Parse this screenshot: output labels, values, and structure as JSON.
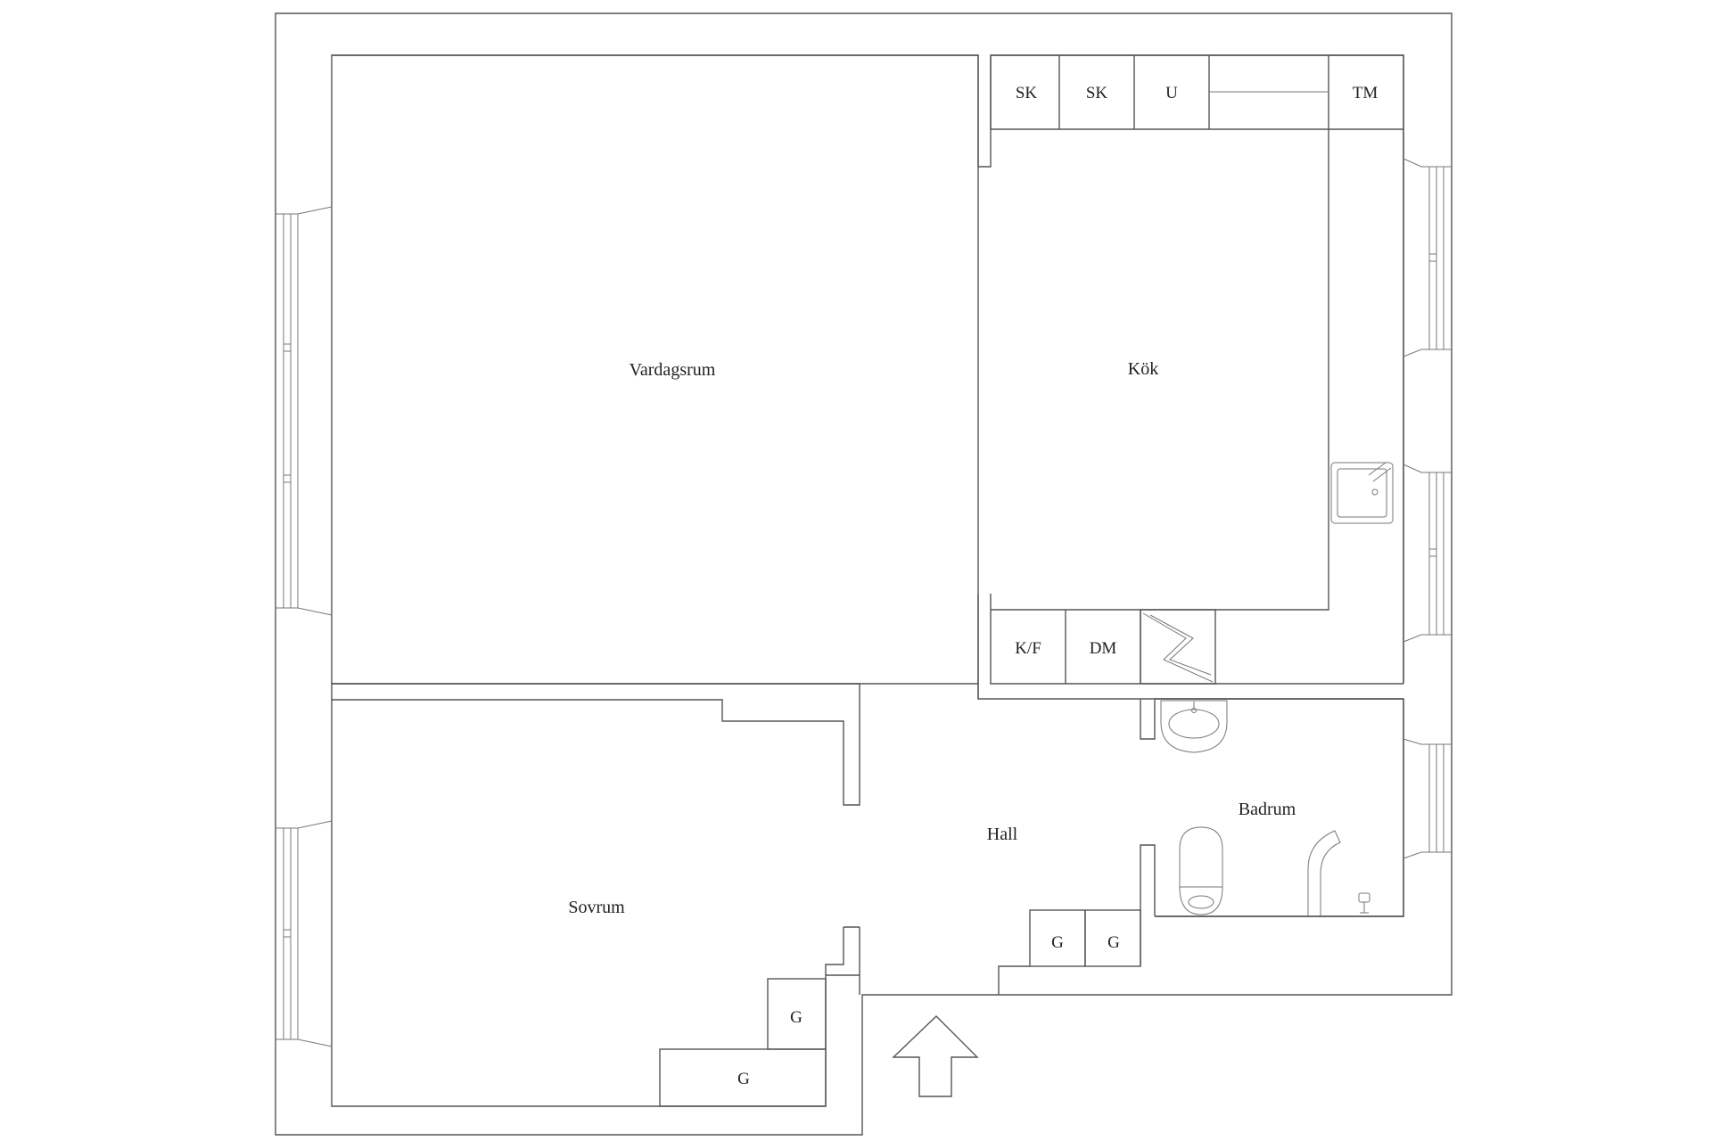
{
  "floorplan": {
    "rooms": {
      "living_room": "Vardagsrum",
      "kitchen": "Kök",
      "bedroom": "Sovrum",
      "hall": "Hall",
      "bathroom": "Badrum"
    },
    "fixtures": {
      "cabinet_1": "SK",
      "cabinet_2": "SK",
      "oven": "U",
      "microwave": "TM",
      "fridge_freezer": "K/F",
      "dishwasher": "DM",
      "wardrobe_hall_1": "G",
      "wardrobe_hall_2": "G",
      "wardrobe_bed_1": "G",
      "wardrobe_bed_2": "G"
    },
    "icons": [
      "kitchen-sink-icon",
      "washbasin-icon",
      "toilet-icon",
      "shower-icon",
      "hob-icon",
      "entrance-arrow-icon",
      "window-icon"
    ]
  }
}
